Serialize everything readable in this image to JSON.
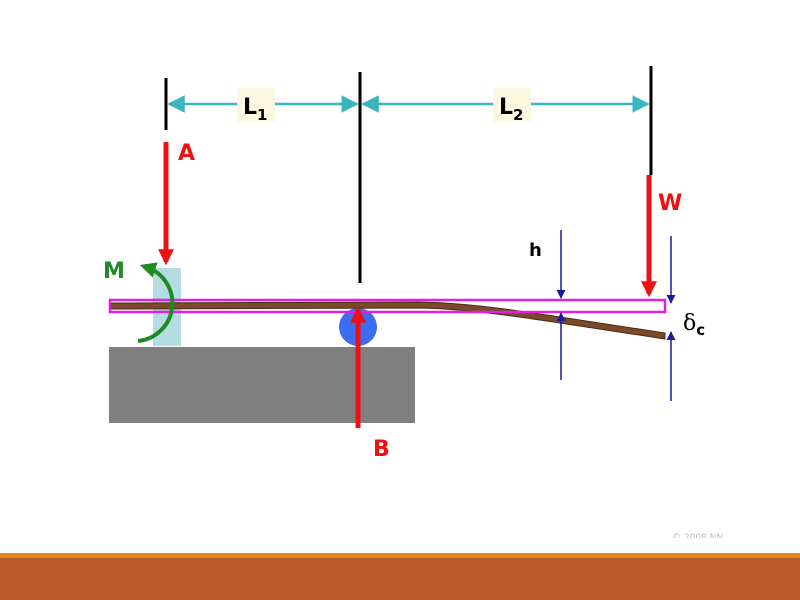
{
  "labels": {
    "L1_main": "L",
    "L1_sub": "1",
    "L2_main": "L",
    "L2_sub": "2",
    "A": "A",
    "B": "B",
    "W": "W",
    "M": "M",
    "h": "h",
    "delta_main": "δ",
    "delta_sub": "c"
  },
  "copyright": "© 2008 NN",
  "colors": {
    "background": "#ffffff",
    "dimension_arrow": "#39b5c0",
    "label_box": "#fdf9e1",
    "force": "#ee1111",
    "moment": "#1f8a26",
    "beam_outline": "#e020e0",
    "beam": "#7b4a2a",
    "ground": "#808080",
    "roller": "#3c6cf0",
    "clamp": "#b3dde0",
    "deflection": "#1a1aa0",
    "stripe_top": "#e18a1c",
    "stripe_bottom": "#bc5a2b"
  }
}
